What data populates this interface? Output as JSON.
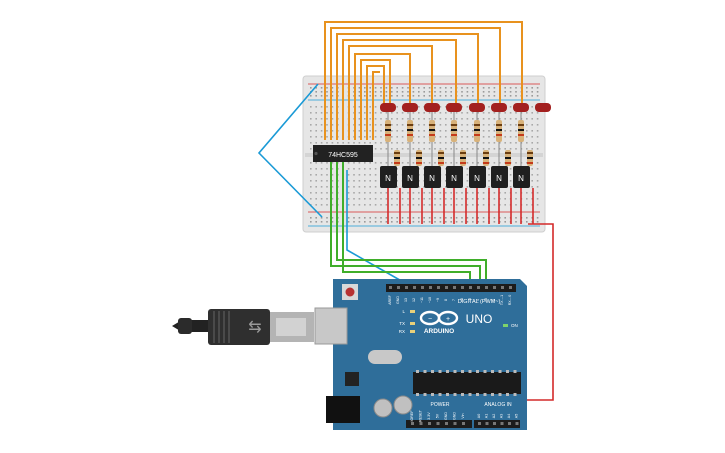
{
  "circuit": {
    "chip_label": "74HC595",
    "transistor_label": "N",
    "transistor_count": 7,
    "led_count": 8
  },
  "arduino": {
    "brand": "ARDUINO",
    "model": "UNO",
    "header_label": "DIGITAL (PWM~)",
    "power_label": "POWER",
    "analog_label": "ANALOG IN",
    "on_label": "ON",
    "led_labels": [
      "L",
      "TX",
      "RX"
    ],
    "digital_pins": [
      "AREF",
      "GND",
      "13",
      "12",
      "~11",
      "~10",
      "~9",
      "8",
      "7",
      "~6",
      "~5",
      "4",
      "~3",
      "2",
      "TX→1",
      "RX←0"
    ],
    "power_pins": [
      "IOREF",
      "RESET",
      "3.3V",
      "5V",
      "GND",
      "GND",
      "Vin"
    ],
    "analog_pins": [
      "A0",
      "A1",
      "A2",
      "A3",
      "A4",
      "A5"
    ]
  },
  "colors": {
    "wire_orange": "#e8921e",
    "wire_blue": "#1a9ad6",
    "wire_green": "#3fae2a",
    "wire_red": "#d42a2a",
    "board_blue": "#2f6e9a",
    "led_red": "#a3201f",
    "breadboard": "#e6e6e6"
  }
}
